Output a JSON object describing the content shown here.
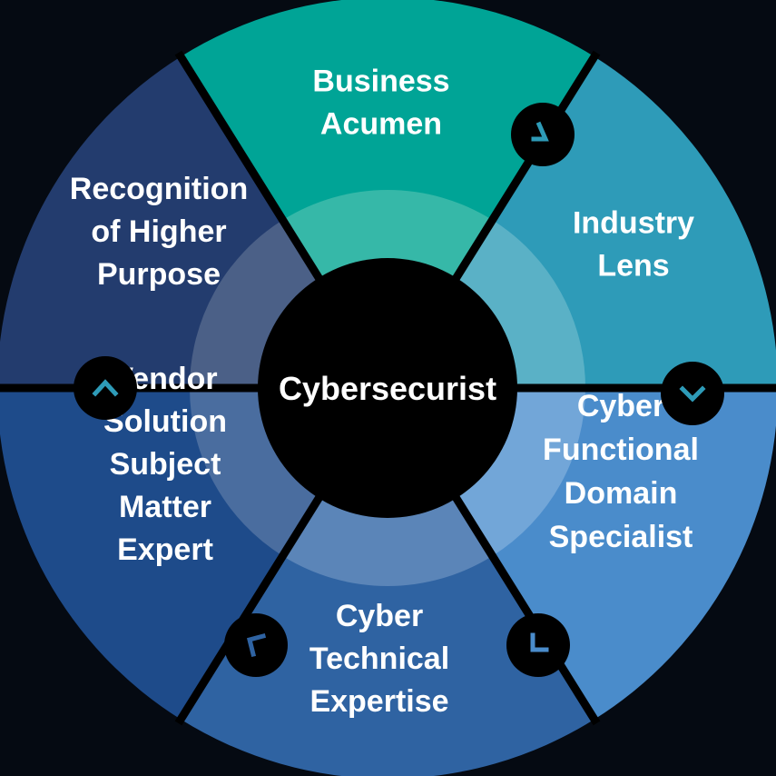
{
  "center": {
    "label": "Cybersecurist",
    "color": "#000000"
  },
  "segments": [
    {
      "id": "business-acumen",
      "lines": [
        "Business",
        "Acumen"
      ],
      "color": "#00a496",
      "inner_color": "#36b8a8"
    },
    {
      "id": "industry-lens",
      "lines": [
        "Industry",
        "Lens"
      ],
      "color": "#2e9bb8",
      "inner_color": "#5ab1c6"
    },
    {
      "id": "cyber-functional-domain-specialist",
      "lines": [
        "Cyber",
        "Functional",
        "Domain",
        "Specialist"
      ],
      "color": "#4a8ccb",
      "inner_color": "#72a6d8"
    },
    {
      "id": "cyber-technical-expertise",
      "lines": [
        "Cyber",
        "Technical",
        "Expertise"
      ],
      "color": "#2f63a2",
      "inner_color": "#5b85b8"
    },
    {
      "id": "vendor-solution-subject-matter-expert",
      "lines": [
        "Vendor",
        "Solution",
        "Subject",
        "Matter",
        "Expert"
      ],
      "color": "#1e4b8a",
      "inner_color": "#4a6d9f"
    },
    {
      "id": "recognition-of-higher-purpose",
      "lines": [
        "Recognition",
        "of Higher",
        "Purpose"
      ],
      "color": "#233c6e",
      "inner_color": "#4b6087"
    }
  ],
  "connectors": [
    {
      "id": "connector-business-industry",
      "icon": "chevron-down-right-icon",
      "color": "#2e9bb8"
    },
    {
      "id": "connector-industry-functional",
      "icon": "chevron-down-icon",
      "color": "#2e9bb8"
    },
    {
      "id": "connector-functional-technical",
      "icon": "chevron-down-left-icon",
      "color": "#4a8ccb"
    },
    {
      "id": "connector-technical-vendor",
      "icon": "chevron-up-left-icon",
      "color": "#2f63a2"
    },
    {
      "id": "connector-vendor-recognition",
      "icon": "chevron-up-icon",
      "color": "#2e9bb8"
    }
  ]
}
